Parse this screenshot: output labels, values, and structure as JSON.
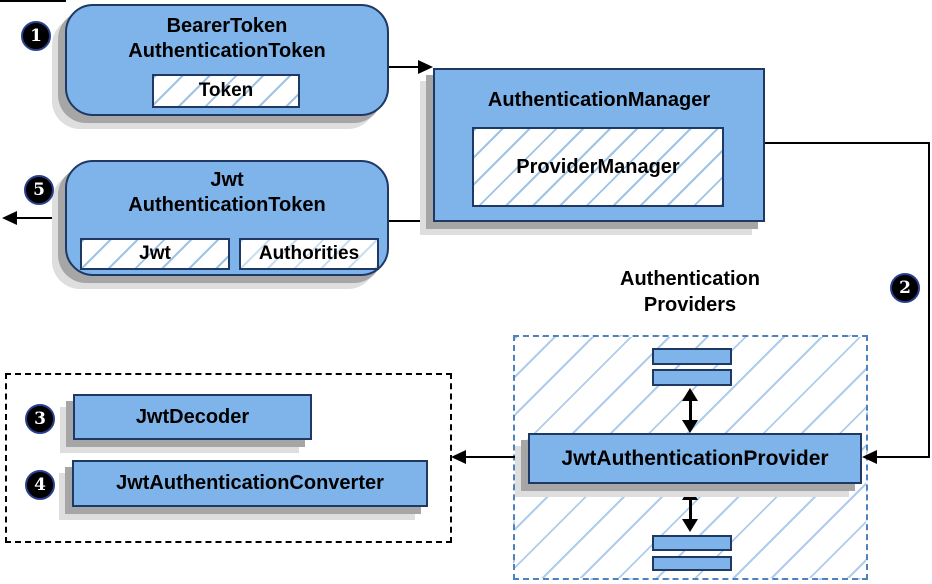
{
  "diagram": {
    "nodes": {
      "bearer_token": {
        "line1": "BearerToken",
        "line2": "AuthenticationToken",
        "field": "Token"
      },
      "authentication_manager": {
        "title": "AuthenticationManager",
        "field": "ProviderManager"
      },
      "jwt_authentication_token": {
        "line1": "Jwt",
        "line2": "AuthenticationToken",
        "field_jwt": "Jwt",
        "field_authorities": "Authorities"
      },
      "authentication_providers": {
        "line1": "Authentication",
        "line2": "Providers"
      },
      "jwt_authentication_provider": {
        "title": "JwtAuthenticationProvider"
      },
      "jwt_decoder": {
        "title": "JwtDecoder"
      },
      "jwt_authentication_converter": {
        "title": "JwtAuthenticationConverter"
      }
    },
    "step_badges": {
      "one": "1",
      "two": "2",
      "three": "3",
      "four": "4",
      "five": "5"
    },
    "colors": {
      "node_fill": "#7EB4EA",
      "node_border": "#1F3864",
      "hatch_line": "#9DC3E6",
      "group_hatch_line": "#AECDEC",
      "blue_dashed_border": "#4F81BD",
      "black_dashed_border": "#000000",
      "shadow_dark": "#A6A6A6",
      "shadow_light": "#DEDEDE",
      "edge": "#000000",
      "badge_background": "#000000",
      "badge_text": "#FFFFFF"
    }
  }
}
